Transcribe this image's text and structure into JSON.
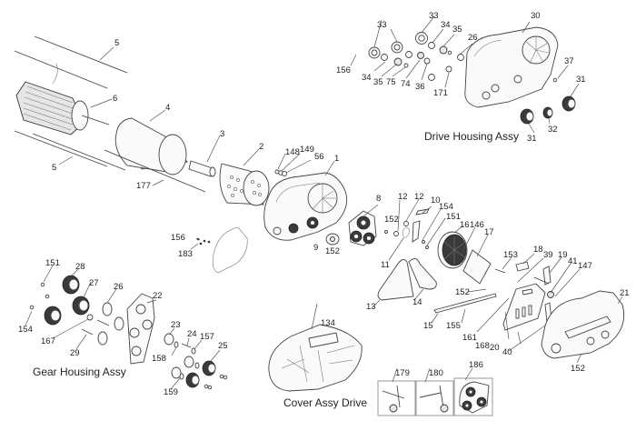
{
  "diagram": {
    "type": "exploded-parts-diagram",
    "assemblies": {
      "drive_housing": "Drive Housing Assy",
      "gear_housing": "Gear Housing Assy",
      "cover_drive": "Cover Assy Drive"
    },
    "callouts": {
      "c5a": "5",
      "c6": "6",
      "c4": "4",
      "c3": "3",
      "c2": "2",
      "c5b": "5",
      "c177": "177",
      "c148": "148",
      "c149": "149",
      "c56": "56",
      "c1": "1",
      "c33a": "33",
      "c33b": "33",
      "c34a": "34",
      "c35a": "35",
      "c26a": "26",
      "c30": "30",
      "c156a": "156",
      "c34b": "34",
      "c35b": "35",
      "c75": "75",
      "c74": "74",
      "c36": "36",
      "c171": "171",
      "c37": "37",
      "c31a": "31",
      "c31b": "31",
      "c32": "32",
      "c8": "8",
      "c12a": "12",
      "c12b": "12",
      "c10": "10",
      "c154a": "154",
      "c151a": "151",
      "c152a": "152",
      "c9": "9",
      "c152b": "152",
      "c11": "11",
      "c156b": "156",
      "c183": "183",
      "c16": "16",
      "c146": "146",
      "c17": "17",
      "c13": "13",
      "c14": "14",
      "c15": "15",
      "c155": "155",
      "c152c": "152",
      "c153": "153",
      "c18": "18",
      "c39": "39",
      "c19": "19",
      "c41": "41",
      "c147": "147",
      "c21": "21",
      "c161": "161",
      "c168": "168",
      "c20": "20",
      "c40": "40",
      "c152d": "152",
      "c151b": "151",
      "c28": "28",
      "c27": "27",
      "c26b": "26",
      "c22": "22",
      "c154b": "154",
      "c167": "167",
      "c29": "29",
      "c23": "23",
      "c24": "24",
      "c157": "157",
      "c25": "25",
      "c158": "158",
      "c159": "159",
      "c134": "134",
      "c179": "179",
      "c180": "180",
      "c186": "186"
    }
  }
}
